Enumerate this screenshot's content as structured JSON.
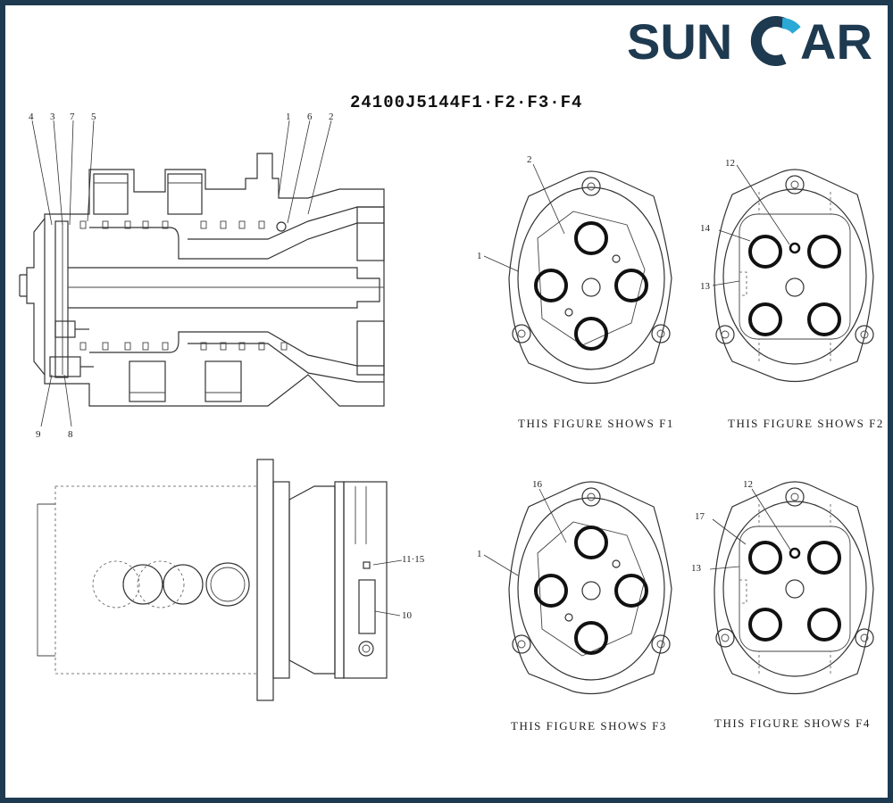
{
  "logo": {
    "text_part1": "SUN",
    "text_part2": "AR",
    "primary_color": "#1e3a50",
    "accent_color": "#2aa9d6"
  },
  "drawing_number": "24100J5144F1·F2·F3·F4",
  "side_view": {
    "top_labels": [
      "4",
      "3",
      "7",
      "5",
      "1",
      "6",
      "2"
    ],
    "bottom_labels": [
      "9",
      "8"
    ]
  },
  "bottom_view": {
    "labels": [
      "11·15",
      "10"
    ]
  },
  "figures": [
    {
      "id": "F1",
      "caption": "THIS FIGURE SHOWS F1",
      "labels": [
        "2",
        "1"
      ]
    },
    {
      "id": "F2",
      "caption": "THIS FIGURE SHOWS F2",
      "labels": [
        "12",
        "14",
        "13"
      ]
    },
    {
      "id": "F3",
      "caption": "THIS FIGURE SHOWS F3",
      "labels": [
        "16",
        "1"
      ]
    },
    {
      "id": "F4",
      "caption": "THIS FIGURE SHOWS F4",
      "labels": [
        "12",
        "17",
        "13"
      ]
    }
  ]
}
